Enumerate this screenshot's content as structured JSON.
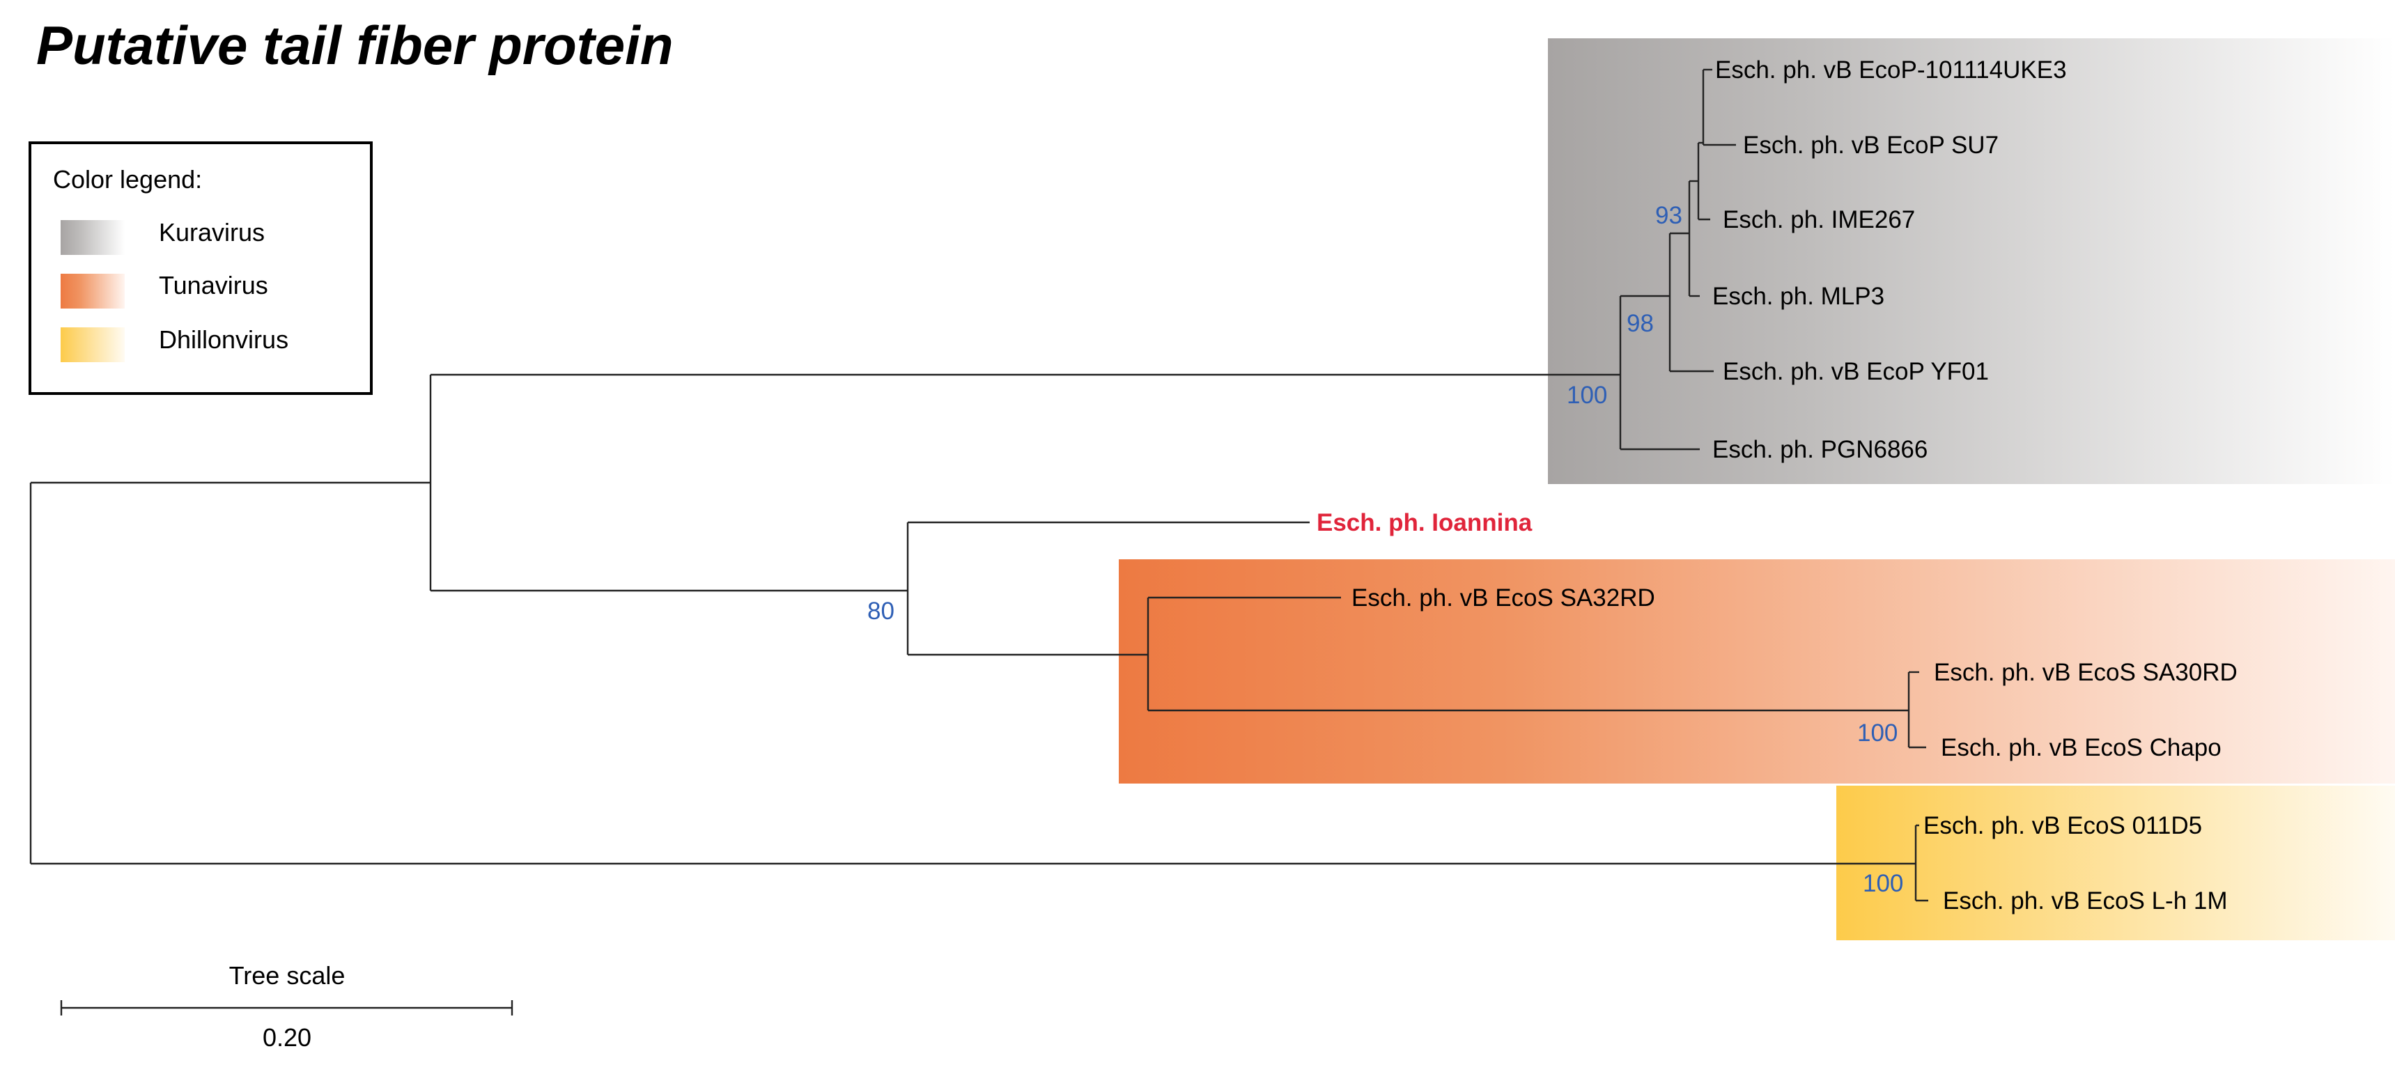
{
  "title": "Putative tail fiber protein",
  "legend": {
    "title": "Color legend:",
    "items": [
      {
        "label": "Kuravirus",
        "color": "#a7a4a3"
      },
      {
        "label": "Tunavirus",
        "color": "#ed7a42"
      },
      {
        "label": "Dhillonvirus",
        "color": "#fdcb4a"
      }
    ]
  },
  "highlight_color": "#e0243a",
  "bootstrap_color": "#2e5fb5",
  "tips": {
    "t1": "Esch. ph. vB EcoP-101114UKE3",
    "t2": "Esch. ph. vB EcoP SU7",
    "t3": "Esch. ph. IME267",
    "t4": "Esch. ph. MLP3",
    "t5": "Esch. ph. vB EcoP YF01",
    "t6": "Esch. ph. PGN6866",
    "t7": "Esch. ph. Ioannina",
    "t8": "Esch. ph. vB EcoS SA32RD",
    "t9": "Esch. ph. vB EcoS SA30RD",
    "t10": "Esch. ph. vB EcoS Chapo",
    "t11": "Esch. ph. vB EcoS 011D5",
    "t12": "Esch. ph. vB EcoS L-h 1M"
  },
  "bootstrap": {
    "kura_inner": "93",
    "kura_mid": "98",
    "kura_root": "100",
    "ioannina_tuna": "80",
    "sa30_chapo": "100",
    "dhillon": "100"
  },
  "scale": {
    "title": "Tree scale",
    "value": "0.20"
  }
}
